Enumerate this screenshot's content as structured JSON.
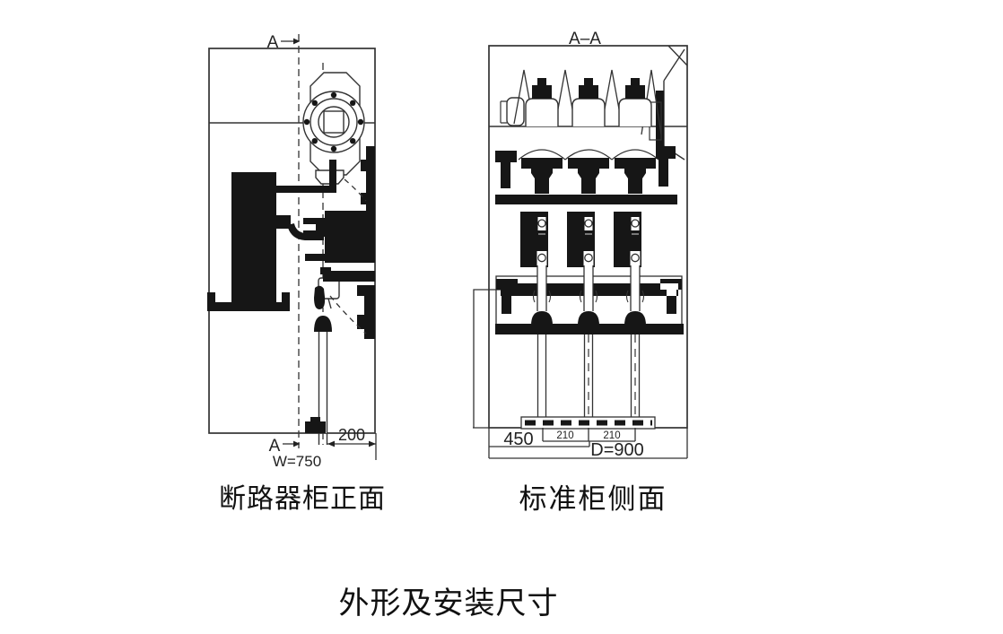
{
  "drawing": {
    "background": "#ffffff",
    "ink": "#1c1c1c",
    "title": "外形及安装尺寸",
    "front_view": {
      "caption": "断路器柜正面",
      "section_marker_top": "A",
      "section_marker_bottom": "A",
      "width_dim": "W=750",
      "offset_dim": "200"
    },
    "side_view": {
      "caption": "标准柜侧面",
      "section_label": "A–A",
      "trench_dim": "450",
      "phase_pitch_left": "210",
      "phase_pitch_right": "210",
      "depth_dim": "D=900"
    }
  }
}
